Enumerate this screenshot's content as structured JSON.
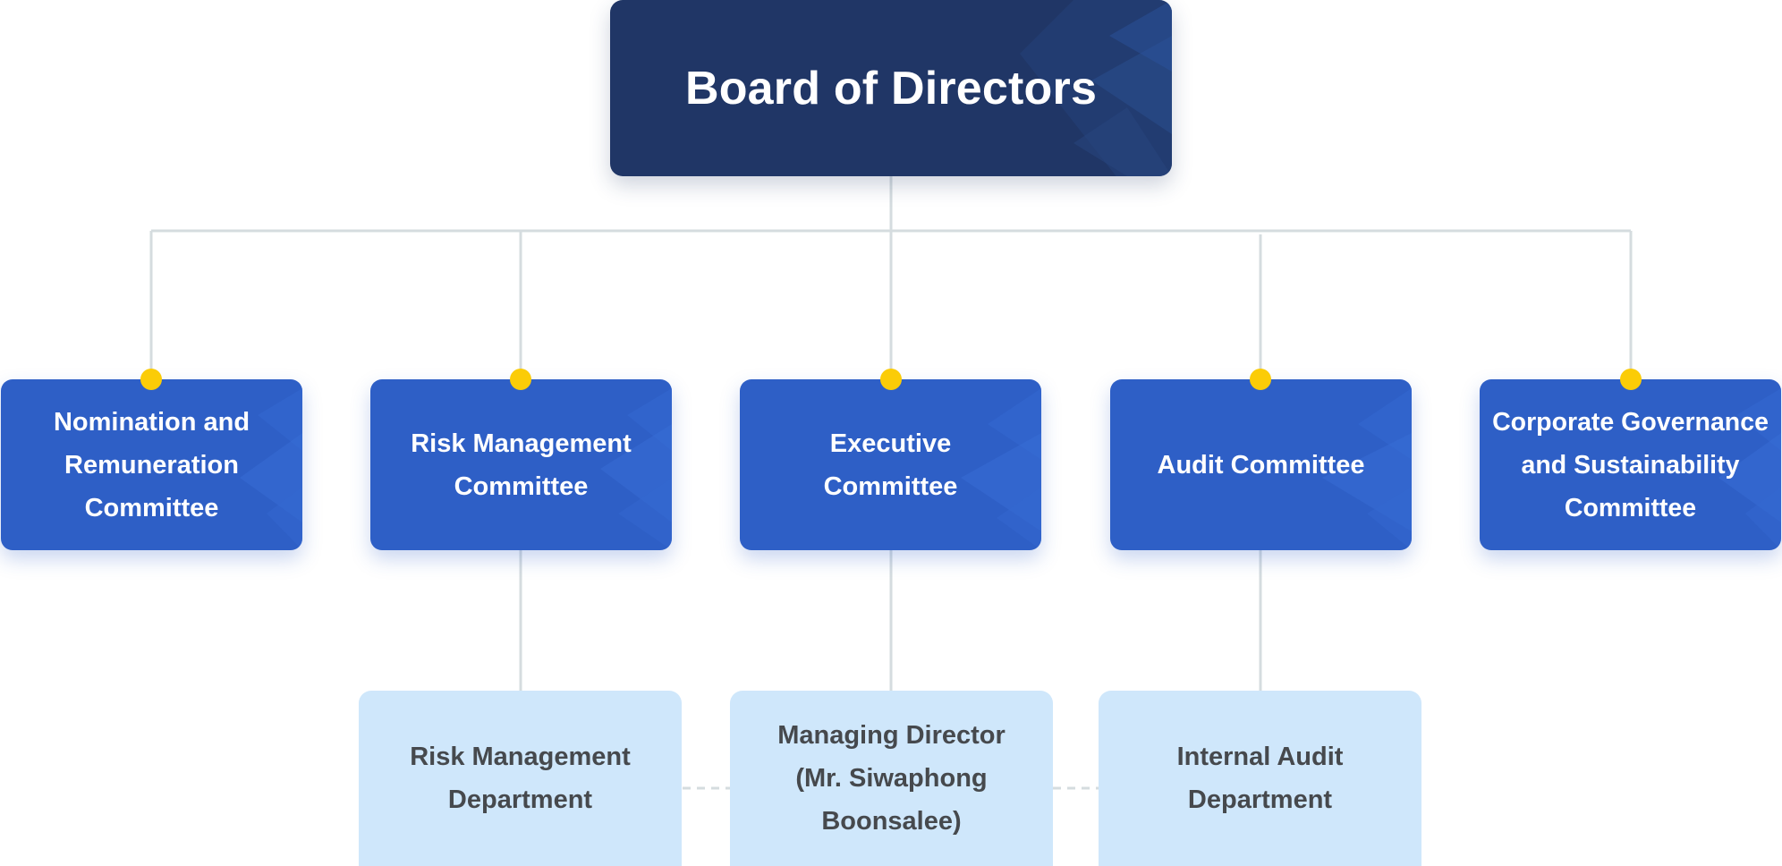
{
  "board": {
    "label": "Board of Directors"
  },
  "committees": [
    {
      "label": "Nomination and Remuneration Committee"
    },
    {
      "label": "Risk Management Committee"
    },
    {
      "label": "Executive Committee"
    },
    {
      "label": "Audit Committee"
    },
    {
      "label": "Corporate Governance and Sustainability Committee"
    }
  ],
  "departments": [
    {
      "label": "Risk Management Department"
    },
    {
      "label": "Managing Director (Mr. Siwaphong Boonsalee)"
    },
    {
      "label": "Internal Audit Department"
    }
  ],
  "colors": {
    "board": "#203666",
    "committee": "#2e5fc6",
    "department": "#cfe7fb",
    "connector": "#d5dcdf",
    "dot": "#fbcc07"
  }
}
